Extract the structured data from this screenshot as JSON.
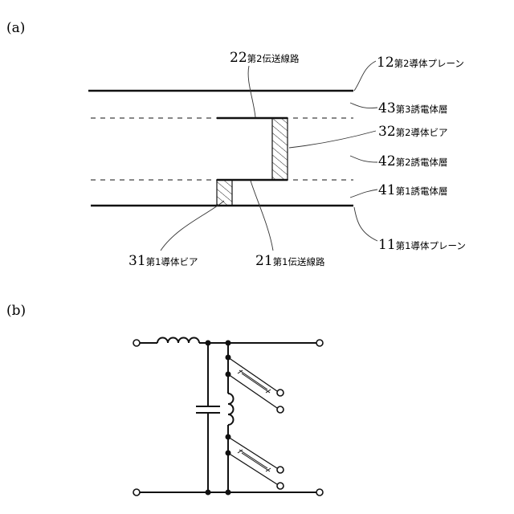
{
  "panels": {
    "a": "(a)",
    "b": "(b)"
  },
  "labels": {
    "l22": {
      "num": "22",
      "text": "第2伝送線路"
    },
    "l12": {
      "num": "12",
      "text": "第2導体プレーン"
    },
    "l43": {
      "num": "43",
      "text": "第3誘電体層"
    },
    "l32": {
      "num": "32",
      "text": "第2導体ビア"
    },
    "l42": {
      "num": "42",
      "text": "第2誘電体層"
    },
    "l41": {
      "num": "41",
      "text": "第1誘電体層"
    },
    "l11": {
      "num": "11",
      "text": "第1導体プレーン"
    },
    "l31": {
      "num": "31",
      "text": "第1導体ビア"
    },
    "l21": {
      "num": "21",
      "text": "第1伝送線路"
    }
  }
}
